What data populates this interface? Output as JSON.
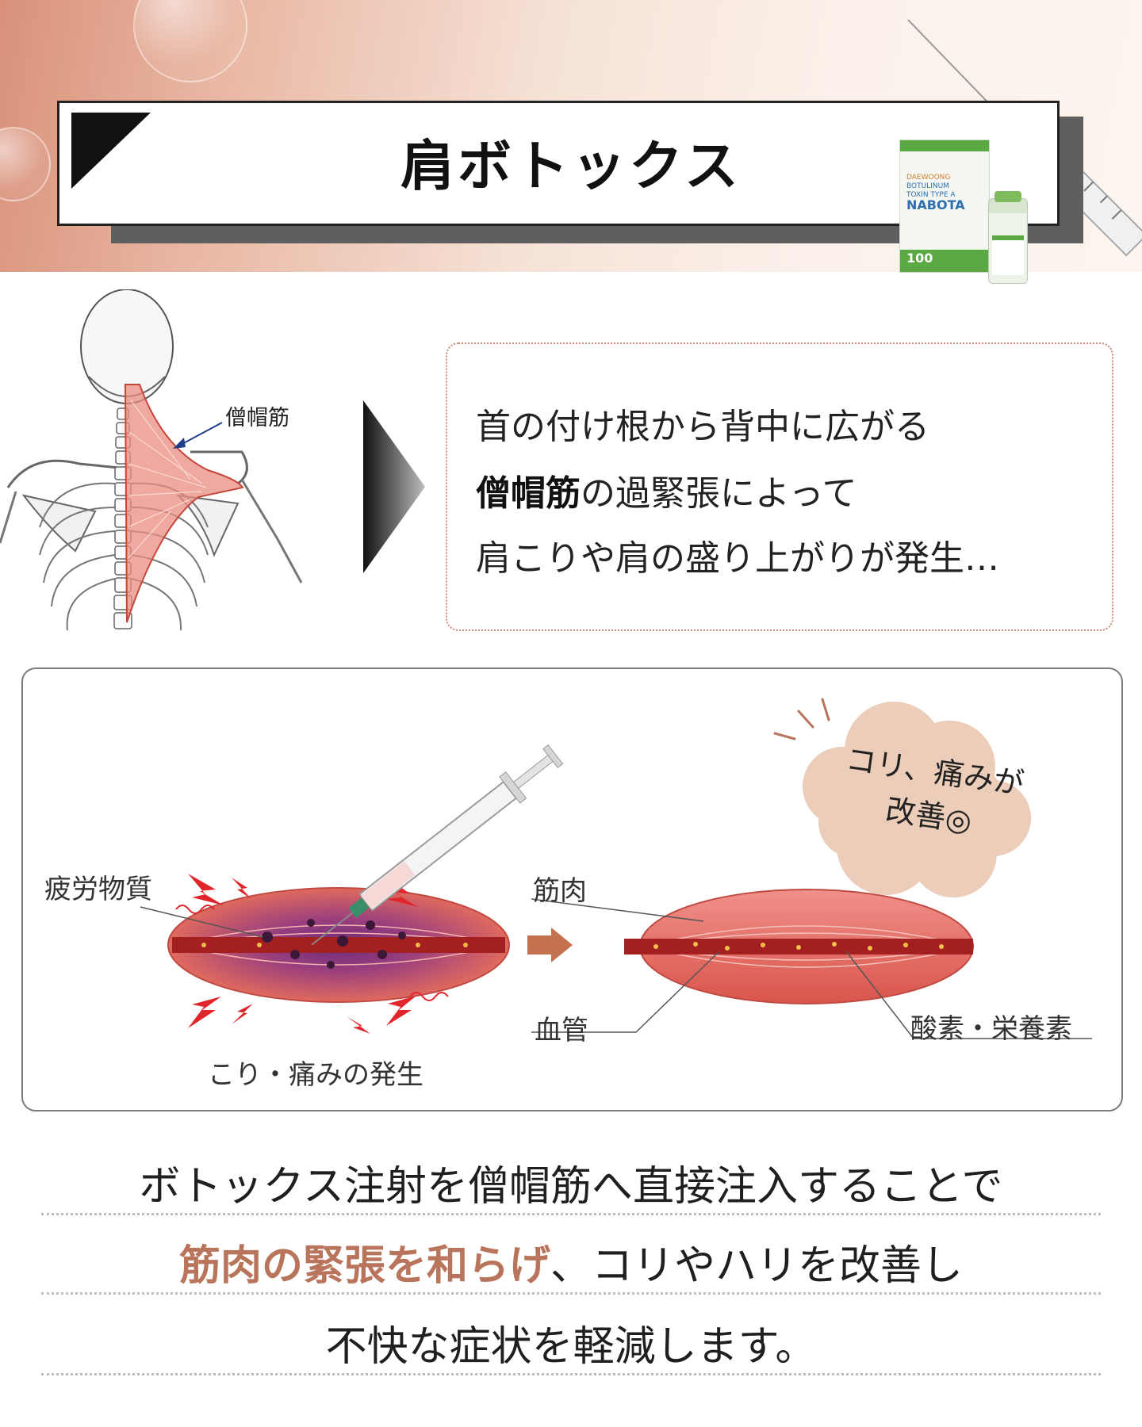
{
  "header": {
    "title": "肩ボトックス",
    "product": {
      "maker": "DAEWOONG",
      "line1": "BOTULINUM",
      "line2": "TOXIN TYPE A",
      "brand": "NABOTA",
      "size": "100"
    }
  },
  "anatomy": {
    "muscle_label": "僧帽筋"
  },
  "info": {
    "line1": "首の付け根から背中に広がる",
    "line2_bold": "僧帽筋",
    "line2_rest": "の過緊張によって",
    "line3": "肩こりや肩の盛り上がりが発生…"
  },
  "diagram": {
    "fatigue_label": "疲労物質",
    "pain_label": "こり・痛みの発生",
    "muscle_label": "筋肉",
    "vessel_label": "血管",
    "nutrient_label": "酸素・栄養素",
    "cloud_line1": "コリ、痛みが",
    "cloud_line2": "改善◎"
  },
  "bottom": {
    "line1": "ボトックス注射を僧帽筋へ直接注入することで",
    "line2_accent": "筋肉の緊張を和らげ",
    "line2_rest": "、コリやハリを改善し",
    "line3": "不快な症状を軽減します。"
  },
  "colors": {
    "accent": "#b9745c",
    "muscle": "#e06a5e",
    "cloud": "#ebcdb9",
    "info_border": "#c98a74"
  }
}
